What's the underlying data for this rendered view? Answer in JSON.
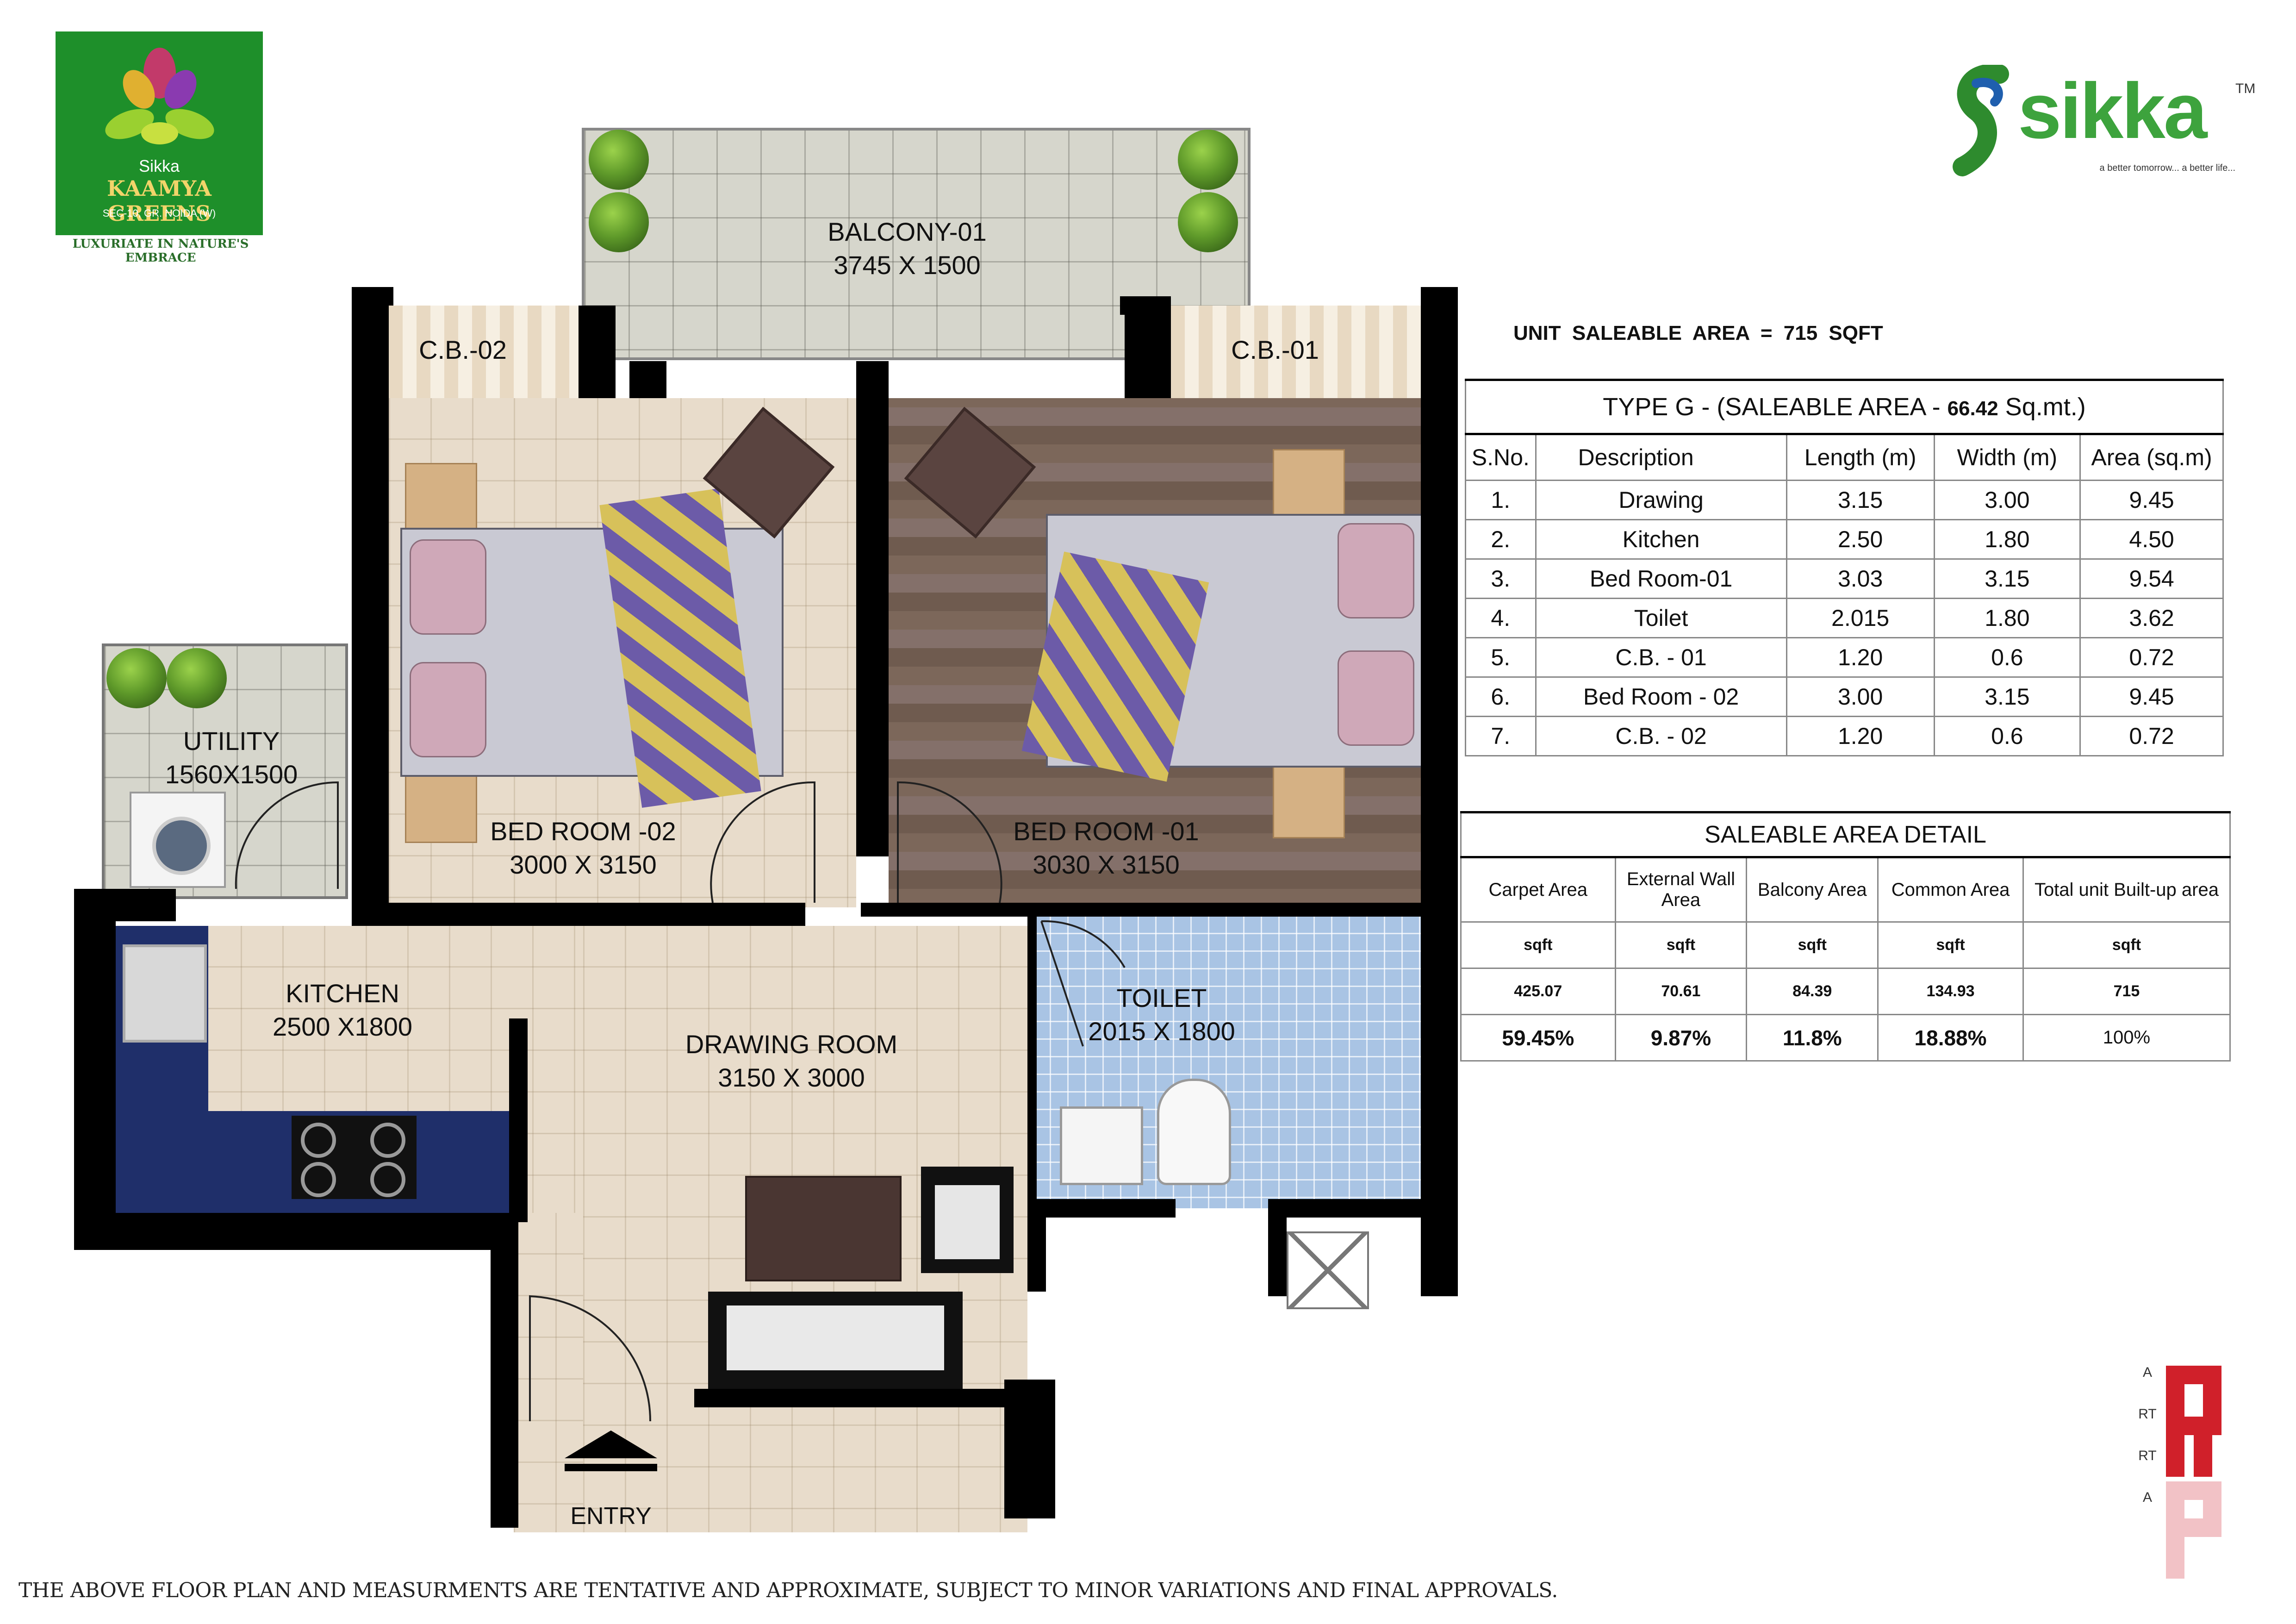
{
  "brand": {
    "project_name_line1": "Sikka",
    "project_name_line2": "KAAMYA GREENS",
    "project_location": "SEC-10, GR. NOIDA (W)",
    "project_tagline": "LUXURIATE IN NATURE'S EMBRACE",
    "company_name": "sikka",
    "company_tm": "TM",
    "company_tagline": "a better tomorrow... a better life...",
    "architect_logo_text": "ARTRTA",
    "colors": {
      "green": "#2e8b2e",
      "logo_bg": "#1e8f2a",
      "architect_red": "#d0202a"
    }
  },
  "plan": {
    "rooms": {
      "balcony": {
        "name": "BALCONY-01",
        "size": "3745 X 1500"
      },
      "cb02": {
        "name": "C.B.-02"
      },
      "cb01": {
        "name": "C.B.-01"
      },
      "bedroom02": {
        "name": "BED ROOM -02",
        "size": "3000 X 3150"
      },
      "bedroom01": {
        "name": "BED ROOM -01",
        "size": "3030 X 3150"
      },
      "utility": {
        "name": "UTILITY",
        "size": "1560X1500"
      },
      "kitchen": {
        "name": "KITCHEN",
        "size": "2500 X1800"
      },
      "drawing": {
        "name": "DRAWING ROOM",
        "size": "3150 X 3000"
      },
      "toilet": {
        "name": "TOILET",
        "size": "2015 X 1800"
      }
    },
    "entry_label": "ENTRY"
  },
  "unit_area": {
    "text": "UNIT SALEABLE AREA = 715 SQFT"
  },
  "type_table": {
    "title_prefix": "TYPE G - (SALEABLE AREA - ",
    "title_value": "66.42",
    "title_suffix": " Sq.mt.)",
    "headers": [
      "S.No.",
      "Description",
      "Length (m)",
      "Width (m)",
      "Area (sq.m)"
    ],
    "rows": [
      [
        "1.",
        "Drawing",
        "3.15",
        "3.00",
        "9.45"
      ],
      [
        "2.",
        "Kitchen",
        "2.50",
        "1.80",
        "4.50"
      ],
      [
        "3.",
        "Bed Room-01",
        "3.03",
        "3.15",
        "9.54"
      ],
      [
        "4.",
        "Toilet",
        "2.015",
        "1.80",
        "3.62"
      ],
      [
        "5.",
        "C.B. - 01",
        "1.20",
        "0.6",
        "0.72"
      ],
      [
        "6.",
        "Bed Room - 02",
        "3.00",
        "3.15",
        "9.45"
      ],
      [
        "7.",
        "C.B. - 02",
        "1.20",
        "0.6",
        "0.72"
      ]
    ]
  },
  "saleable_table": {
    "title": "SALEABLE AREA DETAIL",
    "headers": [
      "Carpet Area",
      "External Wall Area",
      "Balcony Area",
      "Common Area",
      "Total unit Built-up area"
    ],
    "units": [
      "sqft",
      "sqft",
      "sqft",
      "sqft",
      "sqft"
    ],
    "values": [
      "425.07",
      "70.61",
      "84.39",
      "134.93",
      "715"
    ],
    "percents": [
      "59.45%",
      "9.87%",
      "11.8%",
      "18.88%",
      "100%"
    ]
  },
  "disclaimer": "THE ABOVE FLOOR PLAN AND MEASURMENTS ARE TENTATIVE AND APPROXIMATE, SUBJECT TO MINOR VARIATIONS AND FINAL APPROVALS."
}
